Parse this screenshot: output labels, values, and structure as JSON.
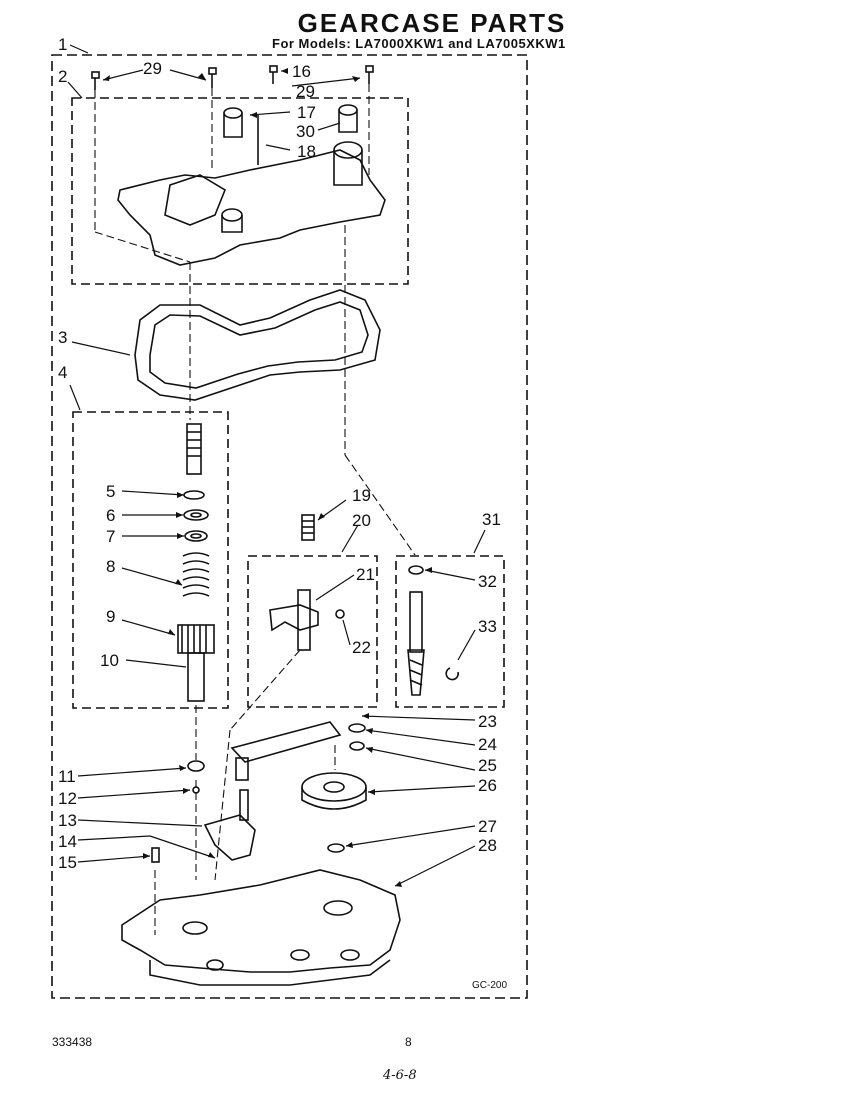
{
  "title": "GEARCASE PARTS",
  "subtitle": "For Models: LA7000XKW1 and LA7005XKW1",
  "callouts": [
    "1",
    "2",
    "3",
    "4",
    "5",
    "6",
    "7",
    "8",
    "9",
    "10",
    "11",
    "12",
    "13",
    "14",
    "15",
    "16",
    "17",
    "18",
    "19",
    "20",
    "21",
    "22",
    "23",
    "24",
    "25",
    "26",
    "27",
    "28",
    "29",
    "29",
    "30",
    "31",
    "32",
    "33"
  ],
  "diagram_code": "GC-200",
  "footer": {
    "doc_number": "333438",
    "page_number": "8",
    "handwritten": "4-6-8"
  }
}
